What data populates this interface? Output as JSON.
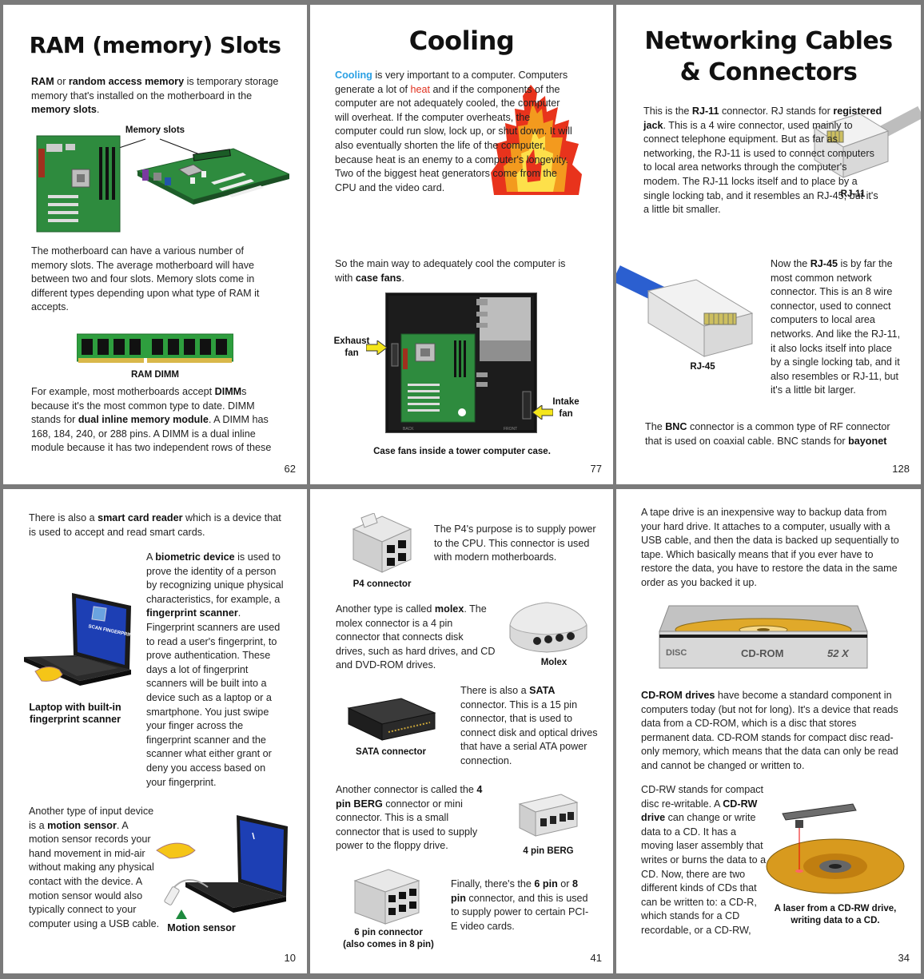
{
  "pages": {
    "p62": {
      "number": "62",
      "title": "RAM (memory) Slots",
      "intro": [
        "RAM",
        " or ",
        "random access memory",
        " is temporary storage memory that's installed on the motherboard in the ",
        "memory slots",
        "."
      ],
      "callout": "Memory slots",
      "para2": "The motherboard can have a various number of memory slots.  The average motherboard will have between two and four slots.  Memory slots come in different types depending upon what type of RAM it accepts.",
      "caption": "RAM DIMM",
      "para3": [
        "For example, most motherboards accept ",
        "DIMM",
        "s because it's the most common type to date.  DIMM stands for ",
        "dual inline memory module",
        ".  A DIMM has 168, 184, 240, or 288 pins.  A DIMM is a dual inline module because it has two independent rows of these"
      ]
    },
    "p77": {
      "number": "77",
      "title": "Cooling",
      "para1": [
        "Cooling",
        " is very important to a computer.  Computers generate a lot of ",
        "heat",
        " and if the components of the computer are not adequately cooled, the computer will overheat.  If the computer overheats, the computer could run slow, lock up, or shut down.  It will also eventually shorten the life of the computer, because heat is an enemy to a computer's longevity.  Two of the biggest heat generators come from the CPU and the video card."
      ],
      "para2": [
        "So the main way to adequately cool the computer is with ",
        "case fans",
        "."
      ],
      "exhaust": [
        "Exhaust",
        "fan"
      ],
      "intake": [
        "Intake",
        "fan"
      ],
      "case_back": "BACK",
      "case_front": "FRONT",
      "caption": "Case fans inside a tower computer case."
    },
    "p128": {
      "number": "128",
      "title_lines": [
        "Networking Cables",
        "& Connectors"
      ],
      "rj11_text": [
        "This is the ",
        "RJ-11",
        " connector.  RJ stands for ",
        "registered jack",
        ".  This is a 4 wire connector, used mainly to connect telephone equipment.  But as far as networking, the RJ-11 is used to connect computers to local area networks through the computer's modem.  The RJ-11 locks itself and to place by a single locking tab, and it resembles an RJ-45, but it's a little bit smaller."
      ],
      "rj11_caption": "RJ-11",
      "rj45_text": [
        "Now the ",
        "RJ-45",
        " is by far the most common network connector.  This is an 8 wire connector, used to connect computers to local area networks.  And like the RJ-11, it also locks itself into place by a single locking tab, and it also resembles or RJ-11, but it's a little bit larger."
      ],
      "rj45_caption": "RJ-45",
      "bnc_text": [
        "The ",
        "BNC",
        " connector is a common type of RF connector that is used on coaxial cable.  BNC stands for ",
        "bayonet"
      ]
    },
    "p10": {
      "number": "10",
      "para1": [
        "There is also a ",
        "smart card reader",
        " which is a device that is used to accept and read smart cards."
      ],
      "para2": [
        "A ",
        "biometric device",
        " is used to prove the identity of a person by recognizing unique physical characteristics, for example, a ",
        "fingerprint scanner",
        ".  Fingerprint scanners are used to read a user's fingerprint, to prove authentication.  These days a lot of fingerprint scanners will be built into a device such as a laptop or a smartphone.  You just swipe your finger across the fingerprint scanner and the scanner what either grant or deny you access based on your fingerprint."
      ],
      "screen_text": "SCAN FINGERPRINT",
      "laptop_caption": "Laptop with built-in fingerprint scanner",
      "para3": [
        "Another type of input device is a ",
        "motion sensor",
        ".  A motion sensor records your hand movement in mid-air without making any physical contact with the device.  A motion sensor would also typically connect to your computer using a USB cable."
      ],
      "motion_caption": "Motion sensor"
    },
    "p41": {
      "number": "41",
      "p4_caption": "P4 connector",
      "p4_text": "The P4's purpose is to supply power to the CPU.  This connector is used with modern motherboards.",
      "molex_text": [
        "Another type is called ",
        "molex",
        ".  The molex connector is a 4 pin connector that connects disk drives, such as hard drives, and CD and DVD-ROM drives."
      ],
      "molex_caption": "Molex",
      "sata_text": [
        "There is also a ",
        "SATA",
        " connector.  This is a 15 pin connector, that is used to connect disk and optical drives that have a serial ATA power connection."
      ],
      "sata_caption": "SATA connector",
      "berg_text": [
        "Another connector is called the ",
        "4 pin BERG",
        " connector or mini connector.  This is a small connector that is used to supply power to the floppy drive."
      ],
      "berg_caption": "4 pin BERG",
      "six_text": [
        "Finally, there's the ",
        "6 pin",
        " or ",
        "8 pin",
        " connector, and this is used to supply power to certain PCI-E video cards."
      ],
      "six_caption": [
        "6 pin connector",
        "(also comes in 8 pin)"
      ]
    },
    "p34": {
      "number": "34",
      "para1": "A tape drive is an inexpensive way to backup data from your hard drive.  It attaches to a computer, usually with a USB cable, and then the data is backed up sequentially to tape.  Which basically means that if you ever have to restore the data, you have to restore the data in the same order as you backed it up.",
      "drive_label": "CD-ROM",
      "drive_speed": "52 X",
      "drive_logo": "DISC",
      "para2": [
        "CD-ROM drives",
        " have become a standard component in computers today (but not for long).  It's a device that reads data from a CD-ROM, which is a disc that stores permanent data.  CD-ROM stands for compact disc read-only memory, which means that the data can only be read and cannot be changed or written to."
      ],
      "para3": [
        "CD-RW stands for compact disc re-writable.  A ",
        "CD-RW drive",
        " can change or write data to a CD.  It has a moving laser assembly that writes or burns the data to a CD.  Now, there are two different kinds of CDs that can be written to: a CD-R, which stands for a CD recordable, or a CD-RW,"
      ],
      "laser_caption": [
        "A laser from a CD-RW drive,",
        "writing data to a CD."
      ]
    }
  },
  "colors": {
    "background": "#7a7a7a",
    "cooling_accent": "#2aa0e4",
    "heat_accent": "#e0301e",
    "board_green": "#2e8b3e",
    "cable_blue": "#2b5fd0"
  }
}
